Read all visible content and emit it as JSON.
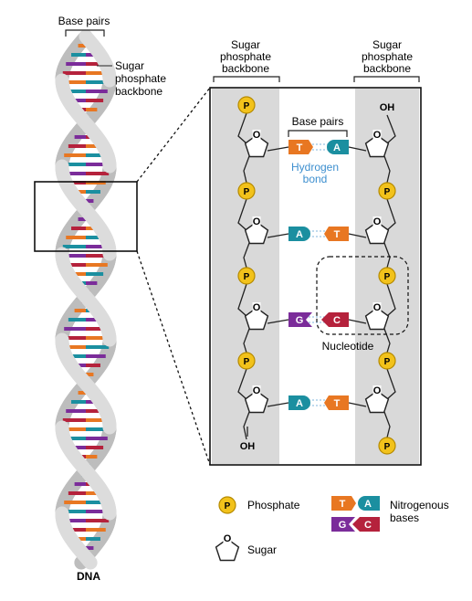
{
  "labels": {
    "base_pairs_left": "Base pairs",
    "backbone_left": [
      "Sugar",
      "phosphate",
      "backbone"
    ],
    "dna": "DNA",
    "backbone_panel_left": [
      "Sugar",
      "phosphate",
      "backbone"
    ],
    "backbone_panel_right": [
      "Sugar",
      "phosphate",
      "backbone"
    ],
    "base_pairs_panel": "Base pairs",
    "hydrogen_bond": [
      "Hydrogen",
      "bond"
    ],
    "nucleotide": "Nucleotide",
    "oh_top": "OH",
    "oh_bottom": "OH"
  },
  "glyphs": {
    "phosphate": "P",
    "sugar_ring_oxygen": "O"
  },
  "base_pair_rows": [
    {
      "left": "T",
      "right": "A"
    },
    {
      "left": "A",
      "right": "T"
    },
    {
      "left": "G",
      "right": "C"
    },
    {
      "left": "A",
      "right": "T"
    }
  ],
  "legend": {
    "phosphate_label": "Phosphate",
    "sugar_label": "Sugar",
    "bases_label": [
      "Nitrogenous",
      "bases"
    ],
    "base_letters": [
      "T",
      "A",
      "G",
      "C"
    ]
  },
  "colors": {
    "T": "#e87722",
    "A": "#1b8fa0",
    "G": "#7b2c9a",
    "C": "#b5223c",
    "phosphate_fill": "#f2c21b",
    "phosphate_stroke": "#b58a00",
    "backbone_band": "#d9d9d9",
    "helix_strand": "#dcdcdc",
    "hydrogen_bond_text": "#3d8fcf"
  }
}
